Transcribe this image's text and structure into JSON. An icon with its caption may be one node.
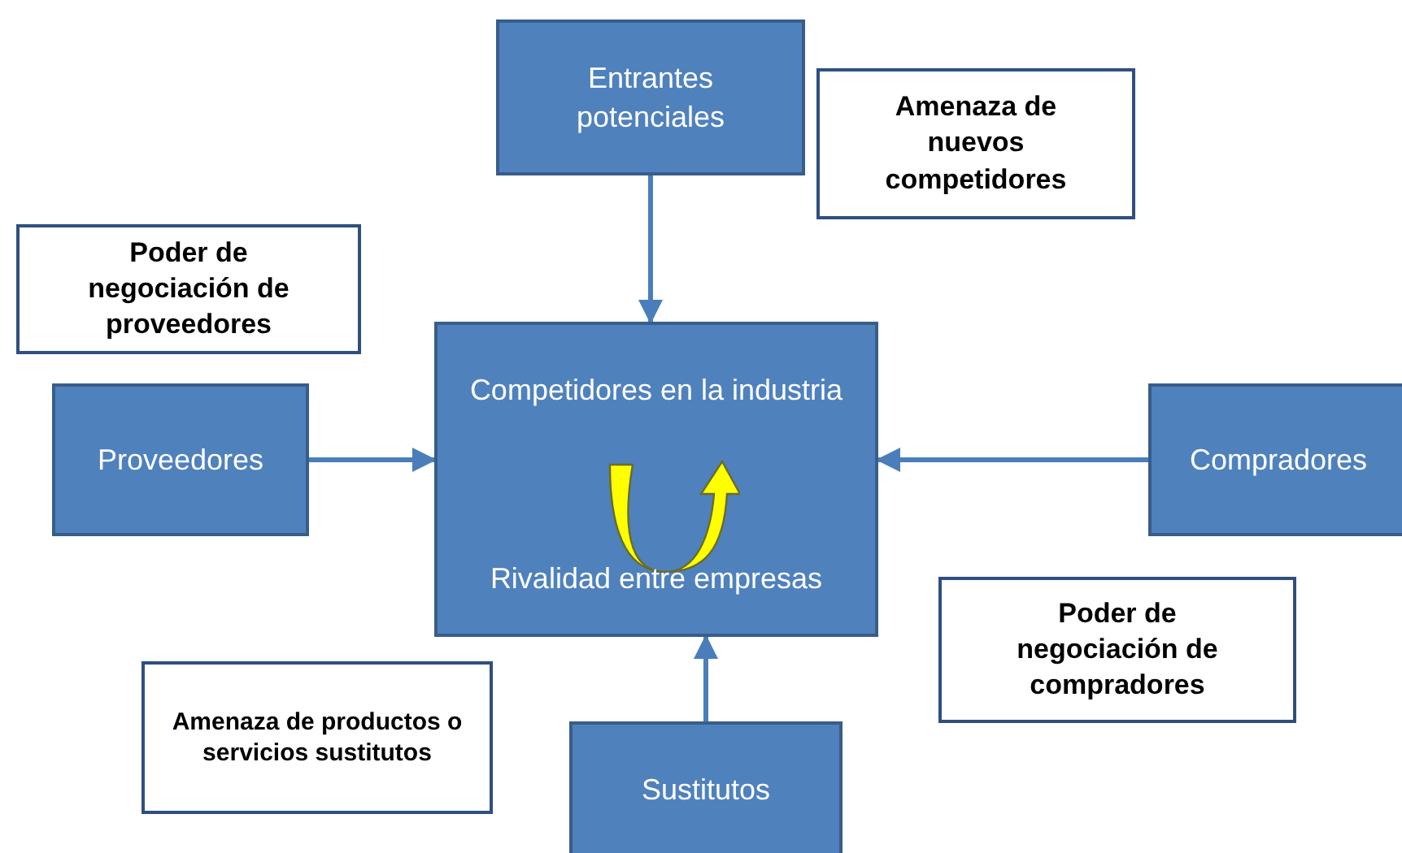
{
  "diagram": {
    "nodes": [
      {
        "text": [
          "Entrantes potenciales"
        ]
      },
      {
        "text": [
          "Amenaza de nuevos competidores"
        ]
      },
      {
        "text": [
          "Poder de negociación de proveedores"
        ]
      },
      {
        "text": [
          "Proveedores"
        ]
      },
      {
        "text": [
          "Competidores en la industria",
          "Rivalidad entre empresas"
        ]
      },
      {
        "text": [
          "Compradores"
        ]
      },
      {
        "text": [
          "Poder de negociación de compradores"
        ]
      },
      {
        "text": [
          "Amenaza de productos o servicios sustitutos"
        ]
      },
      {
        "text": [
          "Sustitutos"
        ]
      }
    ],
    "edges": [
      {
        "from": 0,
        "to": 4,
        "arrow": "to"
      },
      {
        "from": 3,
        "to": 4,
        "arrow": "to"
      },
      {
        "from": 5,
        "to": 4,
        "arrow": "to"
      },
      {
        "from": 8,
        "to": 4,
        "arrow": "to"
      }
    ]
  }
}
